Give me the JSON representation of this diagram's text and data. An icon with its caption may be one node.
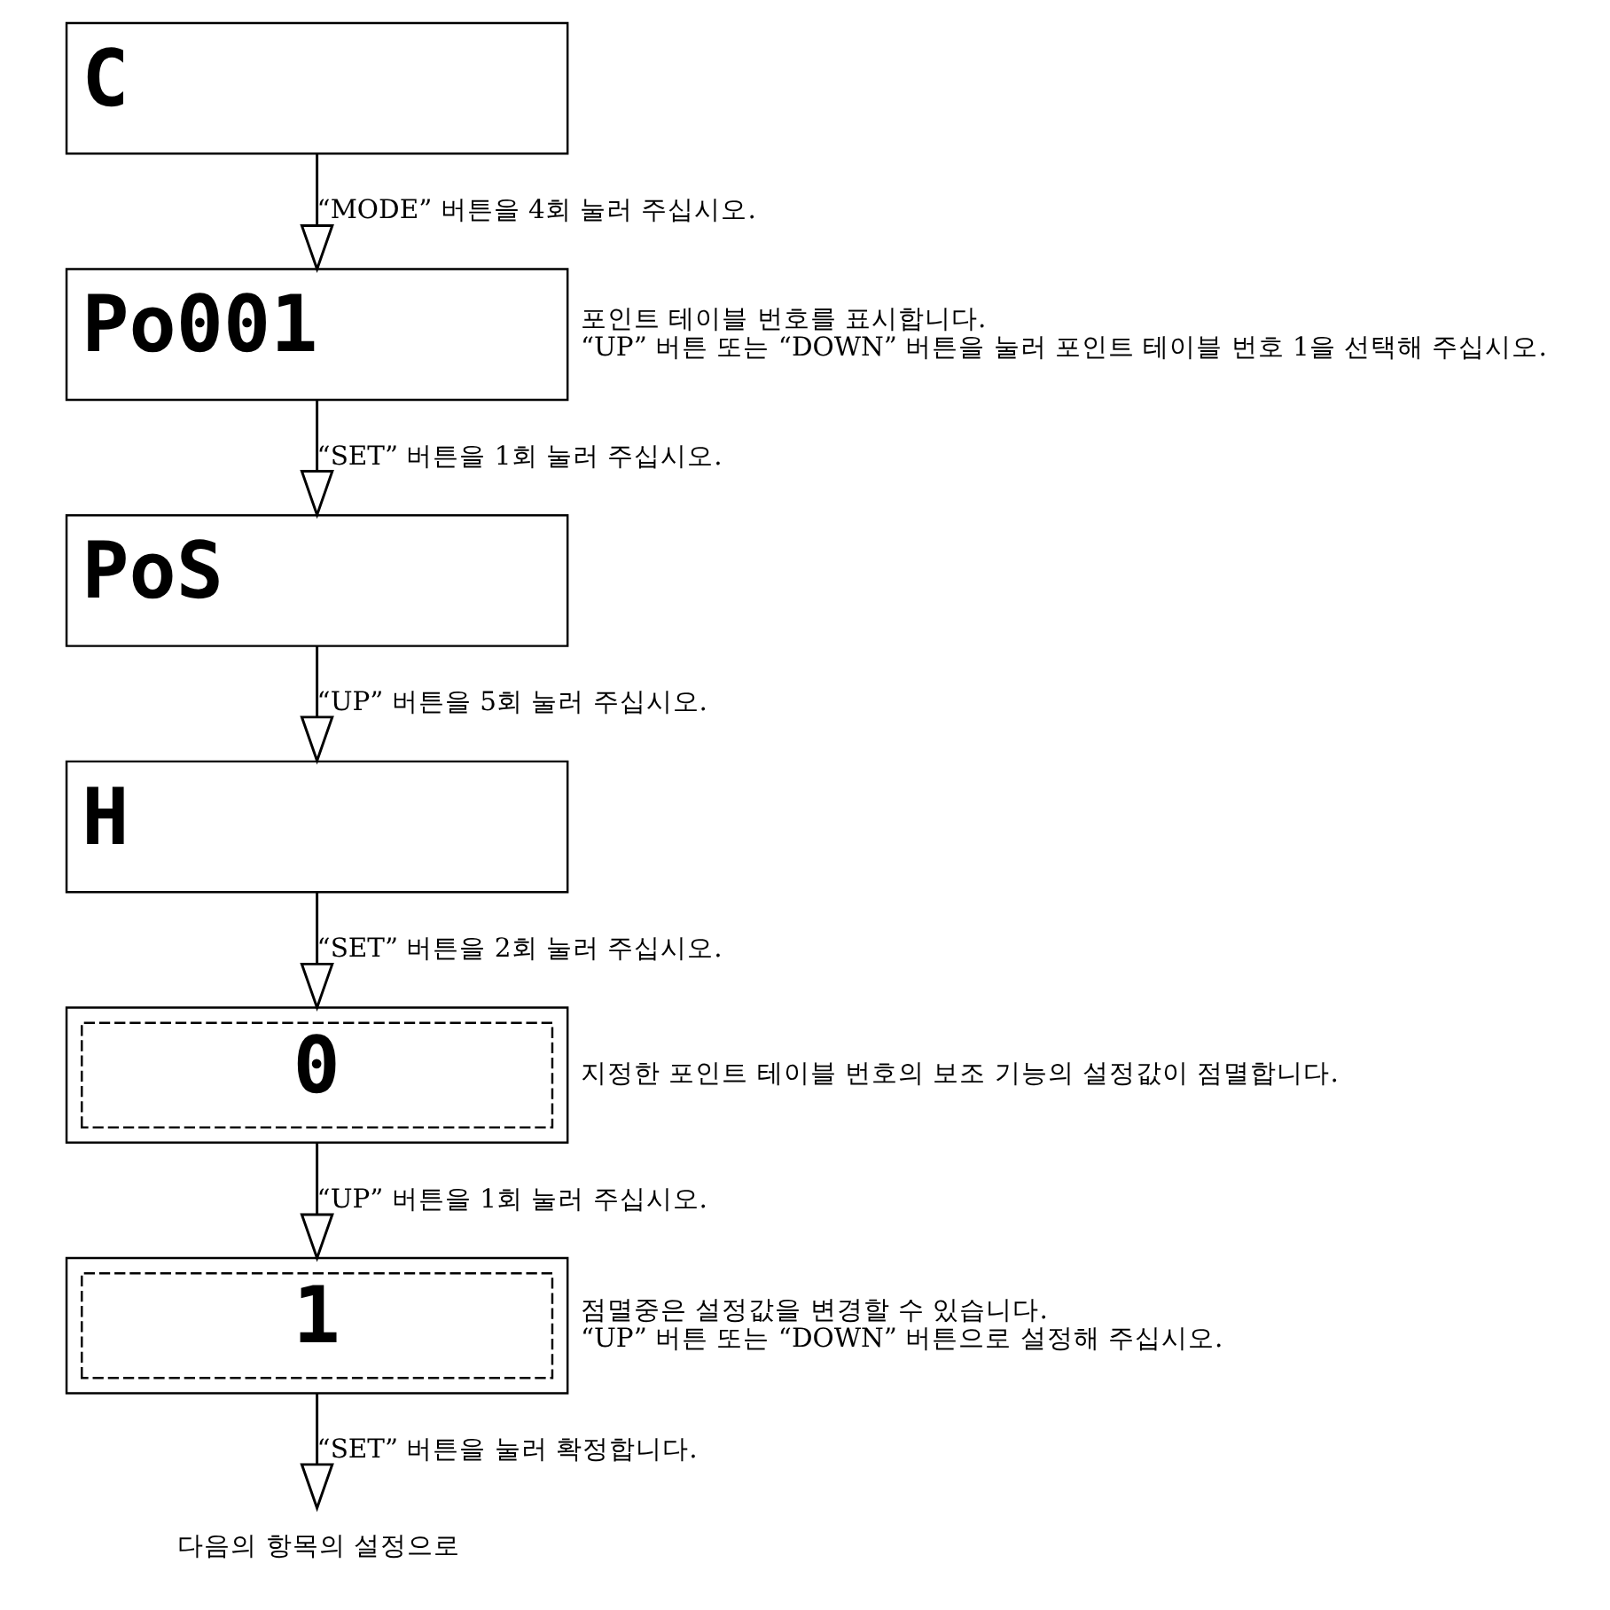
{
  "diagram": {
    "nodes": [
      {
        "text": [
          "C"
        ]
      },
      {
        "text": [
          "Po001"
        ],
        "beside": [
          "포인트 테이블 번호를 표시합니다.",
          "“UP” 버튼 또는 “DOWN” 버튼을 눌러 포인트 테이블 번호 1을 선택해 주십시오."
        ]
      },
      {
        "text": [
          "PoS"
        ]
      },
      {
        "text": [
          "H"
        ]
      },
      {
        "text": [
          "0"
        ],
        "beside": [
          "지정한 포인트 테이블 번호의 보조 기능의 설정값이 점멸합니다."
        ]
      },
      {
        "text": [
          "1"
        ],
        "beside": [
          "점멸중은 설정값을 변경할 수 있습니다.",
          "“UP” 버튼 또는 “DOWN” 버튼으로 설정해 주십시오."
        ]
      },
      {
        "text": [
          "다음의 항목의 설정으로"
        ]
      }
    ],
    "edges": [
      {
        "from": 0,
        "to": 1,
        "arrow": "to",
        "label": "“MODE” 버튼을 4회 눌러 주십시오."
      },
      {
        "from": 1,
        "to": 2,
        "arrow": "to",
        "label": "“SET” 버튼을 1회 눌러 주십시오."
      },
      {
        "from": 2,
        "to": 3,
        "arrow": "to",
        "label": "“UP” 버튼을 5회 눌러 주십시오."
      },
      {
        "from": 3,
        "to": 4,
        "arrow": "to",
        "label": "“SET” 버튼을 2회 눌러 주십시오."
      },
      {
        "from": 4,
        "to": 5,
        "arrow": "to",
        "label": "“UP” 버튼을 1회 눌러 주십시오."
      },
      {
        "from": 5,
        "to": 6,
        "arrow": "to",
        "label": "“SET” 버튼을 눌러 확정합니다."
      }
    ]
  }
}
